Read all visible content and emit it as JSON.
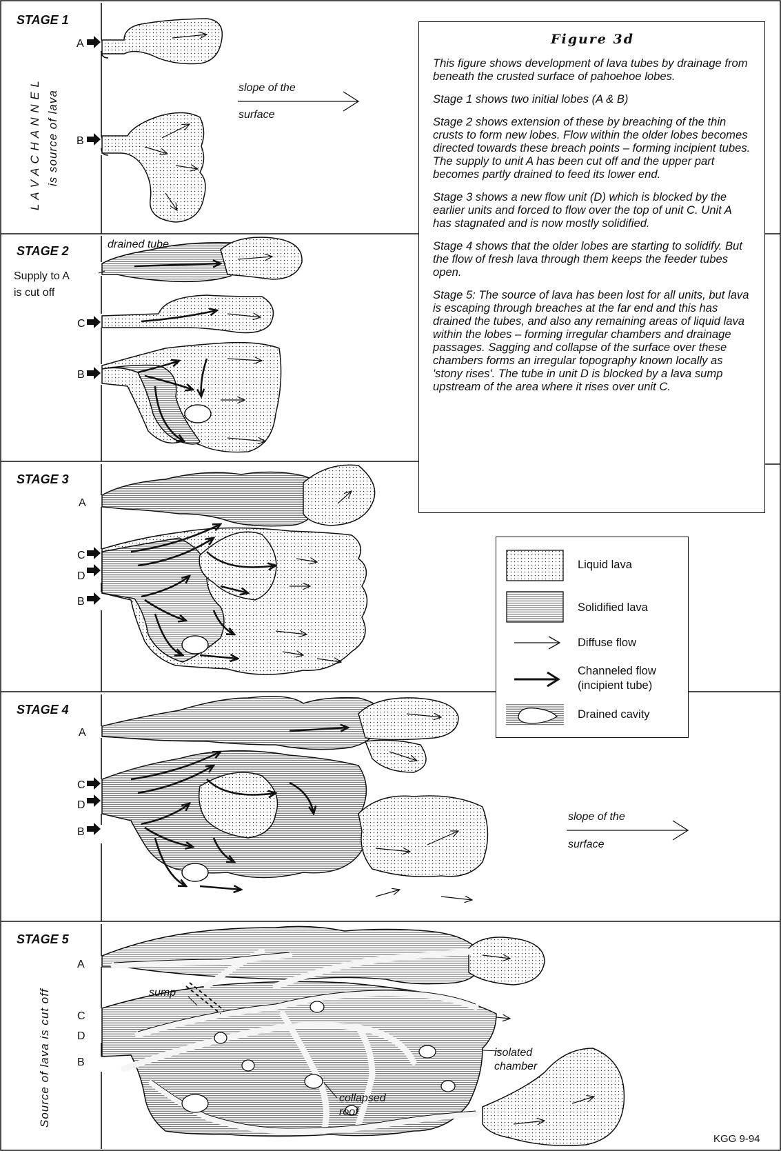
{
  "figure": {
    "title": "Figure 3d",
    "paragraphs": [
      "This figure shows development of lava tubes by drainage from beneath the crusted surface of pahoehoe lobes.",
      "Stage 1 shows two initial lobes (A & B)",
      "Stage 2 shows extension of these by breaching of the thin crusts to form new lobes.  Flow within the older lobes becomes directed towards these breach points – forming incipient tubes. The supply to unit A has been cut off and the upper part becomes partly drained to feed its lower end.",
      "Stage 3 shows a new flow unit (D) which is blocked by the earlier units and forced to flow over the top of unit C. Unit A has stagnated and is now mostly solidified.",
      "Stage 4 shows that the older lobes are starting to solidify.  But the flow of fresh lava through them keeps the feeder tubes open.",
      "Stage 5:  The source of lava has been lost for all units, but lava is escaping through breaches at the far end and this has drained the tubes, and also any remaining areas of liquid lava within the lobes – forming irregular chambers and drainage passages.  Sagging and collapse of the surface over these chambers forms an irregular topography known locally as 'stony rises'. The tube in unit D is blocked by a lava sump upstream of the area where it rises over unit C."
    ]
  },
  "stages": {
    "s1": "STAGE 1",
    "s2": "STAGE 2",
    "s3": "STAGE 3",
    "s4": "STAGE 4",
    "s5": "STAGE 5"
  },
  "labels": {
    "a": "A",
    "b": "B",
    "c": "C",
    "d": "D",
    "lava_channel": "L A V A   C H A N N E L",
    "source_of_lava": "is source of lava",
    "slope_line1": "slope of the",
    "slope_line2": "surface",
    "drained_tube": "drained tube",
    "supply_line1": "Supply to A",
    "supply_line2": "is cut off",
    "source_cut": "Source of lava is cut off",
    "sump": "sump",
    "isolated_line1": "isolated",
    "isolated_line2": "chamber",
    "collapsed_line1": "collapsed",
    "collapsed_line2": "roof"
  },
  "legend": {
    "liquid": "Liquid lava",
    "solidified": "Solidified lava",
    "diffuse": "Diffuse flow",
    "channeled_line1": "Channeled flow",
    "channeled_line2": "(incipient tube)",
    "drained": "Drained cavity"
  },
  "credit": "KGG 9-94"
}
